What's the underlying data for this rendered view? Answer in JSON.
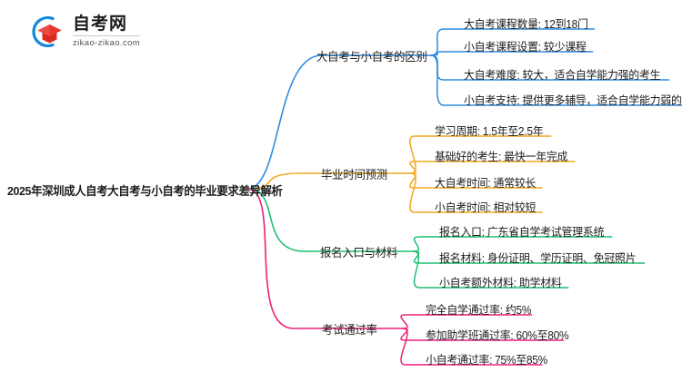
{
  "logo": {
    "name": "自考网",
    "url": "zikao-zikao.com",
    "mark_icon": "graduation-cap-icon",
    "arc_color": "#1789DC",
    "cap_color": "#E8352E"
  },
  "mindmap": {
    "root": {
      "label": "2025年深圳成人自考大自考与小自考的毕业要求差异解析"
    },
    "branches": [
      {
        "label": "大自考与小自考的区别",
        "color": "#2E8BE0",
        "children": [
          {
            "label": "大自考课程数量: 12到18门"
          },
          {
            "label": "小自考课程设置: 较少课程"
          },
          {
            "label": "大自考难度: 较大，适合自学能力强的考生"
          },
          {
            "label": "小自考支持: 提供更多辅导，适合自学能力弱的考生"
          }
        ]
      },
      {
        "label": "毕业时间预测",
        "color": "#F2A81D",
        "children": [
          {
            "label": "学习周期: 1.5年至2.5年"
          },
          {
            "label": "基础好的考生: 最快一年完成"
          },
          {
            "label": "大自考时间: 通常较长"
          },
          {
            "label": "小自考时间: 相对较短"
          }
        ]
      },
      {
        "label": "报名入口与材料",
        "color": "#1DBF73",
        "children": [
          {
            "label": "报名入口: 广东省自学考试管理系统"
          },
          {
            "label": "报名材料: 身份证明、学历证明、免冠照片"
          },
          {
            "label": "小自考额外材料: 助学材料"
          }
        ]
      },
      {
        "label": "考试通过率",
        "color": "#ED1E79",
        "children": [
          {
            "label": "完全自学通过率: 约5%"
          },
          {
            "label": "参加助学班通过率: 60%至80%"
          },
          {
            "label": "小自考通过率: 75%至85%"
          }
        ]
      }
    ]
  }
}
